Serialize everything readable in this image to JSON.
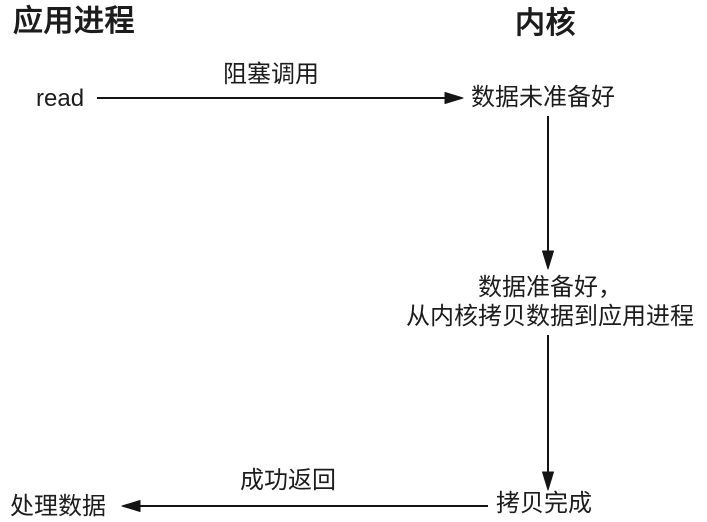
{
  "colors": {
    "background": "#ffffff",
    "text": "#1c1c1c",
    "line": "#141414"
  },
  "headers": {
    "application_process": "应用进程",
    "kernel": "内核"
  },
  "nodes": {
    "read": "read",
    "data_not_ready": "数据未准备好",
    "data_ready_line1": "数据准备好，",
    "data_ready_line2": "从内核拷贝数据到应用进程",
    "copy_complete": "拷贝完成",
    "process_data": "处理数据"
  },
  "arrows": {
    "blocking_call": "阻塞调用",
    "success_return": "成功返回"
  }
}
